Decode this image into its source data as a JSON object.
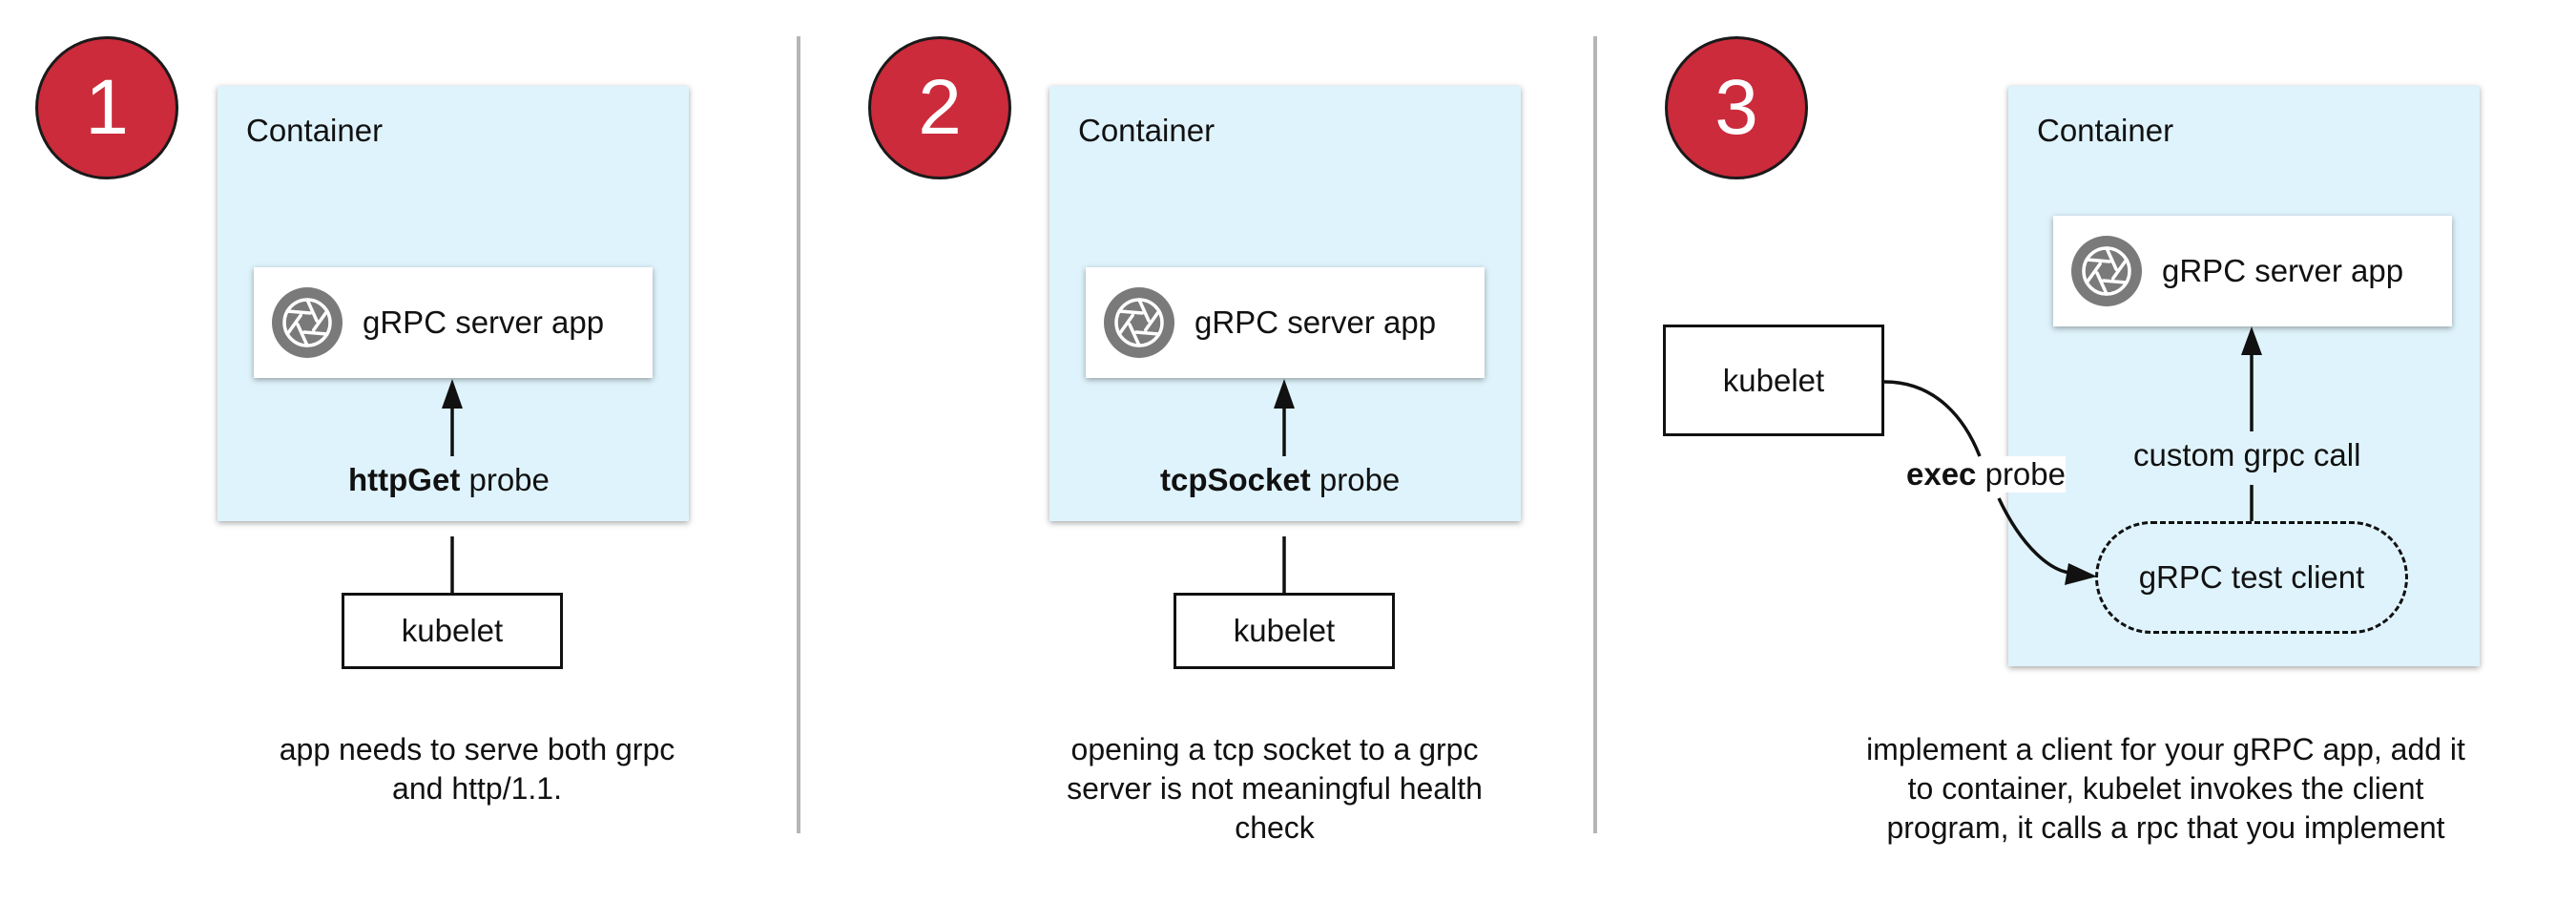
{
  "panels": [
    {
      "number": "1",
      "container_label": "Container",
      "app_label": "gRPC server app",
      "probe_bold": "httpGet",
      "probe_rest": " probe",
      "kubelet_label": "kubelet",
      "caption_lines": [
        "app needs to serve both grpc",
        "and http/1.1."
      ]
    },
    {
      "number": "2",
      "container_label": "Container",
      "app_label": "gRPC server app",
      "probe_bold": "tcpSocket",
      "probe_rest": " probe",
      "kubelet_label": "kubelet",
      "caption_lines": [
        "opening a tcp socket to a grpc",
        "server is not meaningful health",
        "check"
      ]
    },
    {
      "number": "3",
      "container_label": "Container",
      "app_label": "gRPC server app",
      "probe_bold": "exec",
      "probe_rest": " probe",
      "kubelet_label": "kubelet",
      "call_label": "custom grpc call",
      "client_label": "gRPC test client",
      "caption_lines": [
        "implement a client for your gRPC app, add it",
        "to container, kubelet invokes the client",
        "program, it calls a rpc that you implement"
      ]
    }
  ],
  "icons": {
    "app_icon": "aperture-icon"
  },
  "colors": {
    "step_badge": "#cb2b3b",
    "container_bg": "#dff3fc",
    "divider": "#b5b5b5",
    "icon_gray": "#7a7a7a"
  }
}
